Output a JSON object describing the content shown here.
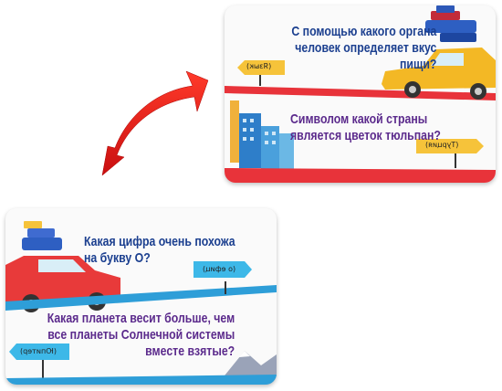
{
  "cards": {
    "top": {
      "question1": "С помощью какого органа человек определяет вкус пищи?",
      "answer1": "(Язык)",
      "question2": "Символом какой страны является цветок тюльпан?",
      "answer2": "(Турция)"
    },
    "bottom": {
      "question1": "Какая цифра очень похожа на букву О?",
      "answer1": "(о ефиц)",
      "question2": "Какая планета весит больше, чем все планеты Солнечной системы вместе взятые?",
      "answer2": "(Юпитер)"
    }
  },
  "colors": {
    "road_red": "#e8333a",
    "sign_blue": "#3db8e8",
    "sign_yellow": "#f6c33a",
    "question_blue": "#1b3f8f",
    "question_purple": "#5b2a8c",
    "arrow_red": "#e61c1c"
  },
  "icons": [
    "double-arrow-icon",
    "car-with-luggage-icon",
    "city-buildings-icon",
    "mountains-icon"
  ]
}
